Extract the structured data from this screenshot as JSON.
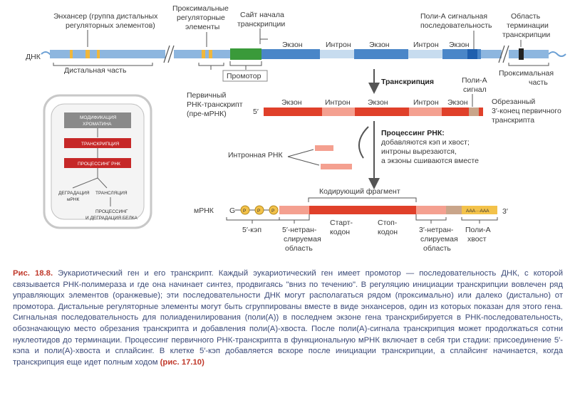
{
  "top": {
    "enhancer": [
      "Энхансер (группа дистальных",
      "регуляторных элементов)"
    ],
    "proximal": [
      "Проксимальные",
      "регуляторные",
      "элементы"
    ],
    "tss": [
      "Сайт начала",
      "транскрипции"
    ],
    "polya_signal": [
      "Поли-А сигнальная",
      "последовательность"
    ],
    "termination": [
      "Область",
      "терминации",
      "транскрипции"
    ],
    "dna": "ДНК",
    "distal_part": "Дистальная часть",
    "promoter": "Промотор",
    "proximal_part": [
      "Проксимальная",
      "часть"
    ],
    "dna_segments": [
      "Экзон",
      "Интрон",
      "Экзон",
      "Интрон",
      "Экзон"
    ]
  },
  "transcription": {
    "label": "Транскрипция",
    "polya_signal": [
      "Поли-А",
      "сигнал"
    ],
    "primary": [
      "Первичный",
      "РНК-транскрипт",
      "(пре-мРНК)"
    ],
    "five_prime": "5′",
    "segments": [
      "Экзон",
      "Интрон",
      "Экзон",
      "Интрон",
      "Экзон"
    ],
    "cleaved": [
      "Обрезанный",
      "3′-конец первичного",
      "транскрипта"
    ]
  },
  "processing": {
    "title": "Процессинг РНК:",
    "lines": [
      "добавляются кэп и хвост;",
      "интроны вырезаются,",
      "а экзоны сшиваются вместе"
    ],
    "intron_rna": "Интронная РНК"
  },
  "mrna": {
    "coding": "Кодирующий фрагмент",
    "label": "мРНК",
    "g": "G",
    "p": [
      "P",
      "P",
      "P"
    ],
    "tail": "AAA···AAA",
    "three_prime": "3′",
    "cap": "5′-кэп",
    "utr5": [
      "5′-нетран-",
      "слируемая",
      "область"
    ],
    "start": [
      "Старт-",
      "кодон"
    ],
    "stop": [
      "Стоп-",
      "кодон"
    ],
    "utr3": [
      "3′-нетран-",
      "слируемая",
      "область"
    ],
    "polya_tail": [
      "Поли-А",
      "хвост"
    ]
  },
  "inset": {
    "chromatin": [
      "МОДИФИКАЦИЯ",
      "ХРОМАТИНА"
    ],
    "transcription": "ТРАНСКРИПЦИЯ",
    "processing": "ПРОЦЕССИНГ РНК",
    "degradation": [
      "ДЕГРАДАЦИЯ",
      "мРНК"
    ],
    "translation": "ТРАНСЛЯЦИЯ",
    "protein": [
      "ПРОЦЕССИНГ",
      "И ДЕГРАДАЦИЯ БЕЛКА"
    ]
  },
  "caption": {
    "fig": "Рис. 18.8.",
    "text": " Эукариотический ген и его транскрипт. Каждый эукариотический ген имеет промотор — последовательность ДНК, с которой связывается РНК-полимераза и где она начинает синтез, продвигаясь \"вниз по течению\". В регуляцию инициации транскрипции вовлечен ряд управляющих элементов (оранжевые); эти последовательности ДНК могут располагаться рядом (проксимально) или далеко (дистально) от промотора. Дистальные регуляторные элементы могут быть сгруппированы вместе в виде энхансеров, один из которых показан для этого гена. Сигнальная последовательность для полиаденилирования (поли(А)) в последнем экзоне гена транскрибируется в РНК-последовательность, обозначающую место обрезания транскрипта и добавления поли(А)-хвоста. После поли(А)-сигнала транскрипция может продолжаться сотни нуклеотидов до терминации. Процессинг первичного РНК-транскрипта в функциональную мРНК включает в себя три стадии: присоединение 5′-кэпа и поли(А)-хвоста и сплайсинг. В клетке 5′-кэп добавляется вскоре после инициации транскрипции, а сплайсинг начинается, когда транскрипция еще идет полным ходом ",
    "ref": "(рис. 17.10)"
  },
  "colors": {
    "dna_blue": "#8db6df",
    "exon_blue": "#4a86c8",
    "promoter_green": "#3a9a3a",
    "regulatory_orange": "#f0b73c",
    "rna_red": "#e0402a",
    "rna_pink": "#f4a090",
    "tail_yellow": "#f3c24a",
    "inset_red": "#c62828",
    "inset_gray": "#888888"
  }
}
